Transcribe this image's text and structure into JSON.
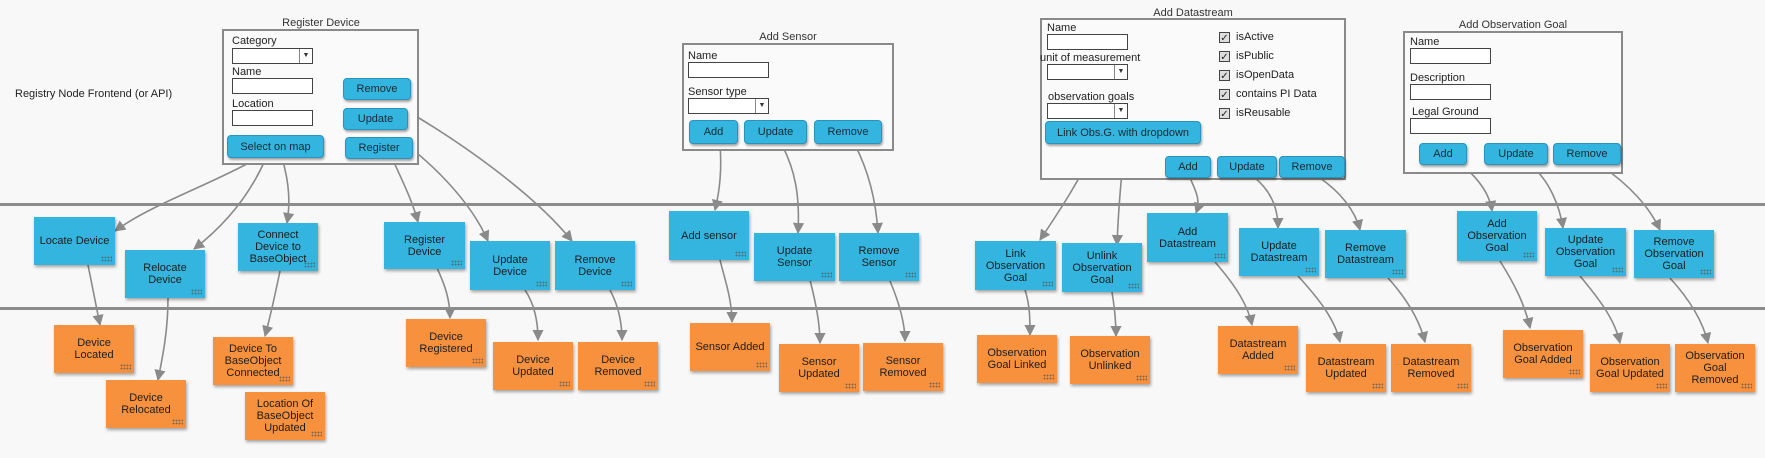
{
  "lane_label": "Registry Node Frontend (or API)",
  "forms": {
    "register_device": {
      "title": "Register Device",
      "category_label": "Category",
      "name_label": "Name",
      "location_label": "Location",
      "select_on_map": "Select on map",
      "remove": "Remove",
      "update": "Update",
      "register": "Register"
    },
    "add_sensor": {
      "title": "Add Sensor",
      "name_label": "Name",
      "sensor_type_label": "Sensor type",
      "add": "Add",
      "update": "Update",
      "remove": "Remove"
    },
    "add_datastream": {
      "title": "Add Datastream",
      "name_label": "Name",
      "unit_label": "unit of measurement",
      "goals_label": "observation goals",
      "link_button": "Link Obs.G. with dropdown",
      "checkboxes": [
        {
          "label": "isActive",
          "checked": true
        },
        {
          "label": "isPublic",
          "checked": true
        },
        {
          "label": "isOpenData",
          "checked": true
        },
        {
          "label": "contains PI Data",
          "checked": true
        },
        {
          "label": "isReusable",
          "checked": true
        }
      ],
      "add": "Add",
      "update": "Update",
      "remove": "Remove"
    },
    "add_observation_goal": {
      "title": "Add Observation Goal",
      "name_label": "Name",
      "description_label": "Description",
      "legal_ground_label": "Legal Ground",
      "add": "Add",
      "update": "Update",
      "remove": "Remove"
    }
  },
  "commands": {
    "locate_device": "Locate Device",
    "relocate_device": "Relocate Device",
    "connect_device": "Connect Device to BaseObject",
    "register_device": "Register Device",
    "update_device": "Update Device",
    "remove_device": "Remove Device",
    "add_sensor": "Add sensor",
    "update_sensor": "Update Sensor",
    "remove_sensor": "Remove Sensor",
    "link_goal": "Link Observation Goal",
    "unlink_goal": "Unlink Observation Goal",
    "add_datastream": "Add Datastream",
    "update_datastream": "Update Datastream",
    "remove_datastream": "Remove Datastream",
    "add_goal": "Add Observation Goal",
    "update_goal": "Update Observation Goal",
    "remove_goal": "Remove Observation Goal"
  },
  "events": {
    "device_located": "Device Located",
    "device_relocated": "Device Relocated",
    "device_connected": "Device To BaseObject Connected",
    "location_updated": "Location Of BaseObject Updated",
    "device_registered": "Device Registered",
    "device_updated": "Device Updated",
    "device_removed": "Device Removed",
    "sensor_added": "Sensor Added",
    "sensor_updated": "Sensor Updated",
    "sensor_removed": "Sensor Removed",
    "goal_linked": "Observation Goal Linked",
    "goal_unlinked": "Observation Unlinked",
    "datastream_added": "Datastream Added",
    "datastream_updated": "Datastream Updated",
    "datastream_removed": "Datastream Removed",
    "goal_added": "Observation Goal Added",
    "goal_updated": "Observation Goal Updated",
    "goal_removed": "Observation Goal Removed"
  },
  "colors": {
    "command": "#33b5e0",
    "event": "#f7913d",
    "lane_line": "#8c8c8c",
    "arrow": "#8a8a8a"
  }
}
